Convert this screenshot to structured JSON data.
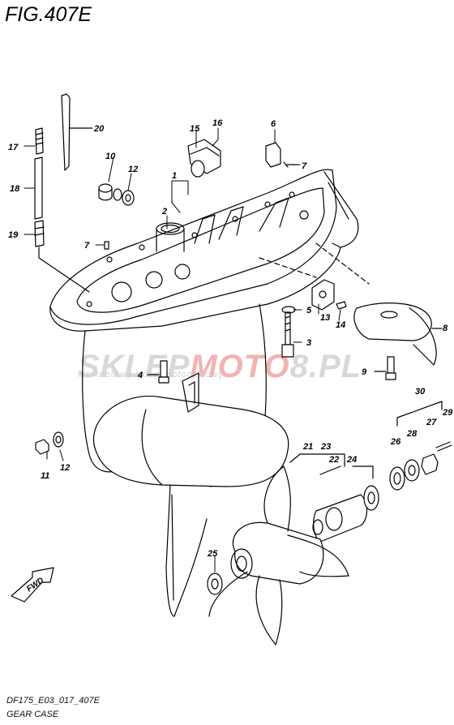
{
  "figure": {
    "title": "FIG.407E",
    "code": "DF175_E03_017_407E",
    "caption": "GEAR CASE",
    "direction_label": "FWD"
  },
  "watermark": {
    "brand_part1": "SKLEP",
    "brand_part2": "MOTO",
    "brand_part3": "8.PL",
    "tagline": "internetowy sklep motocyklowy"
  },
  "callouts": [
    {
      "id": "c1",
      "text": "1"
    },
    {
      "id": "c2",
      "text": "2"
    },
    {
      "id": "c3",
      "text": "3"
    },
    {
      "id": "c4",
      "text": "4"
    },
    {
      "id": "c5",
      "text": "5"
    },
    {
      "id": "c6",
      "text": "6"
    },
    {
      "id": "c7a",
      "text": "7"
    },
    {
      "id": "c7b",
      "text": "7"
    },
    {
      "id": "c8",
      "text": "8"
    },
    {
      "id": "c9",
      "text": "9"
    },
    {
      "id": "c10",
      "text": "10"
    },
    {
      "id": "c11",
      "text": "11"
    },
    {
      "id": "c12a",
      "text": "12"
    },
    {
      "id": "c12b",
      "text": "12"
    },
    {
      "id": "c13",
      "text": "13"
    },
    {
      "id": "c14",
      "text": "14"
    },
    {
      "id": "c15",
      "text": "15"
    },
    {
      "id": "c16",
      "text": "16"
    },
    {
      "id": "c17",
      "text": "17"
    },
    {
      "id": "c18",
      "text": "18"
    },
    {
      "id": "c19",
      "text": "19"
    },
    {
      "id": "c20",
      "text": "20"
    },
    {
      "id": "c21",
      "text": "21"
    },
    {
      "id": "c23",
      "text": "23"
    },
    {
      "id": "c22",
      "text": "22"
    },
    {
      "id": "c24",
      "text": "24"
    },
    {
      "id": "c25",
      "text": "25"
    },
    {
      "id": "c26",
      "text": "26"
    },
    {
      "id": "c27",
      "text": "27"
    },
    {
      "id": "c28",
      "text": "28"
    },
    {
      "id": "c29",
      "text": "29"
    },
    {
      "id": "c30",
      "text": "30"
    }
  ]
}
